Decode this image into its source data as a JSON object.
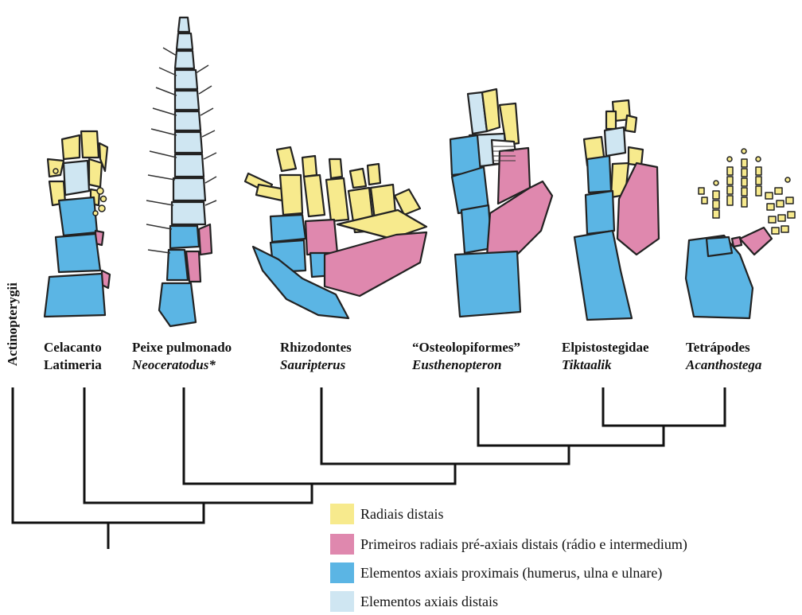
{
  "colors": {
    "radiais_distais": "#f7ea8d",
    "primeiros_radiais": "#df88ae",
    "axiais_proximais": "#5bb5e4",
    "axiais_distais": "#cfe6f2",
    "line": "#111111"
  },
  "taxa": {
    "actinopterygii": "Actinopterygii",
    "celacanto": {
      "line1": "Celacanto",
      "line2": "Latimeria"
    },
    "peixe_pulmonado": {
      "line1": "Peixe pulmonado",
      "line2": "Neoceratodus*"
    },
    "rhizodontes": {
      "line1": "Rhizodontes",
      "line2": "Sauripterus"
    },
    "osteolepiformes": {
      "line1": "“Osteolopiformes”",
      "line2": "Eusthenopteron"
    },
    "elpistostegidae": {
      "line1": "Elpistostegidae",
      "line2": "Tiktaalik"
    },
    "tetrapodes": {
      "line1": "Tetrápodes",
      "line2": "Acanthostega"
    }
  },
  "legend": [
    {
      "label": "Radiais distais",
      "color": "#f7ea8d"
    },
    {
      "label": "Primeiros radiais pré-axiais distais (rádio e intermedium)",
      "color": "#df88ae"
    },
    {
      "label": "Elementos axiais proximais (humerus, ulna e ulnare)",
      "color": "#5bb5e4"
    },
    {
      "label": "Elementos axiais distais",
      "color": "#cfe6f2"
    }
  ]
}
